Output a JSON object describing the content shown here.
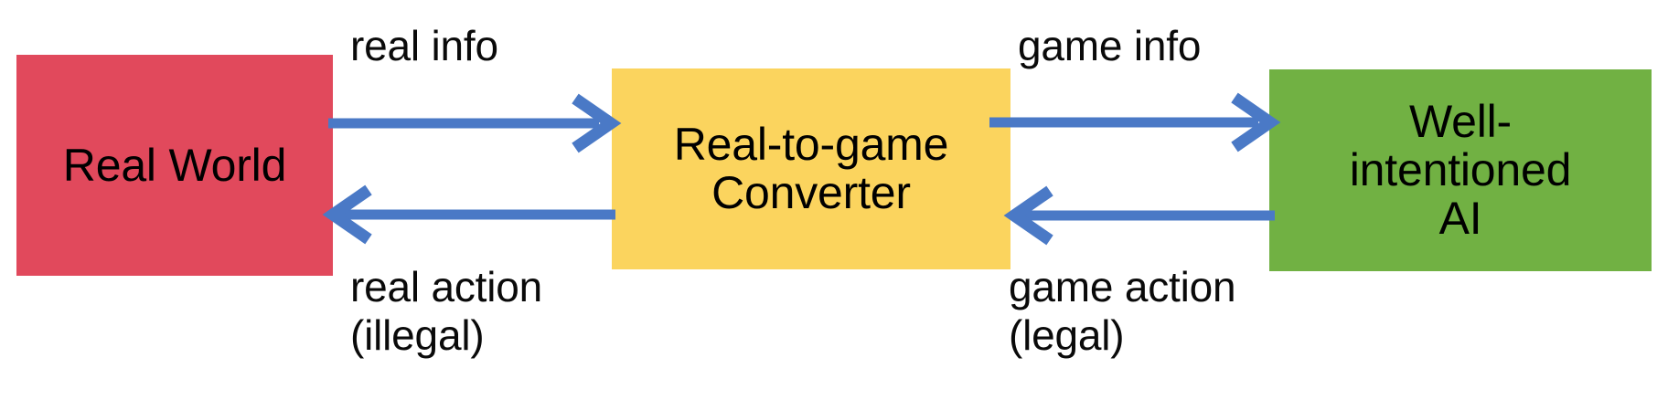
{
  "diagram": {
    "title": "Real-to-game converter loop between the real world and a well-intentioned AI",
    "background_color": "#FFFFFF",
    "arrow_color": "#4A79C6",
    "nodes": [
      {
        "id": "real-world",
        "label": "Real World",
        "color": "#E1495C",
        "text_color": "#000000"
      },
      {
        "id": "converter",
        "label": "Real-to-game\nConverter",
        "color": "#FBD45E",
        "text_color": "#000000"
      },
      {
        "id": "well-intentioned-ai",
        "label": "Well-\nintentioned\nAI",
        "color": "#71B143",
        "text_color": "#000000"
      }
    ],
    "edges": [
      {
        "id": "real-info",
        "from": "real-world",
        "to": "converter",
        "direction": "right",
        "label": "real info"
      },
      {
        "id": "real-action",
        "from": "converter",
        "to": "real-world",
        "direction": "left",
        "label": "real action\n(illegal)"
      },
      {
        "id": "game-info",
        "from": "converter",
        "to": "well-intentioned-ai",
        "direction": "right",
        "label": "game info"
      },
      {
        "id": "game-action",
        "from": "well-intentioned-ai",
        "to": "converter",
        "direction": "left",
        "label": "game action\n(legal)"
      }
    ]
  }
}
